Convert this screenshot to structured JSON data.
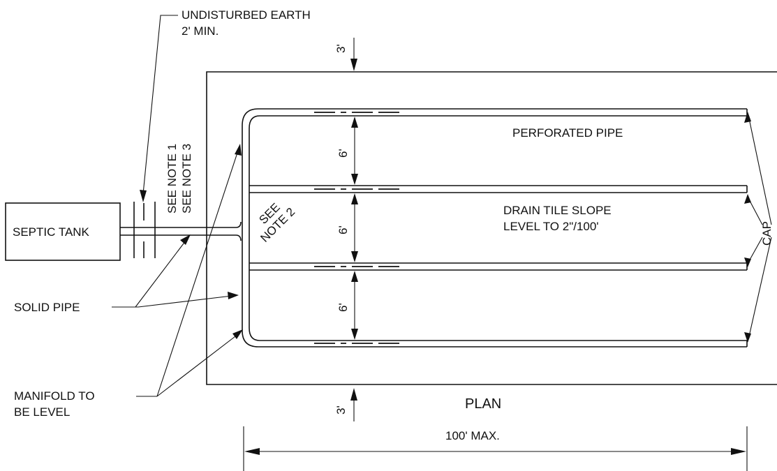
{
  "labels": {
    "undisturbed_earth_line1": "UNDISTURBED EARTH",
    "undisturbed_earth_line2": "2' MIN.",
    "see_note_1": "SEE NOTE 1",
    "see_note_3": "SEE NOTE 3",
    "septic_tank": "SEPTIC TANK",
    "see_note_2_line1": "SEE",
    "see_note_2_line2": "NOTE 2",
    "perforated_pipe": "PERFORATED PIPE",
    "drain_tile_slope_line1": "DRAIN TILE SLOPE",
    "drain_tile_slope_line2": "LEVEL TO 2\"/100'",
    "cap": "CAP",
    "solid_pipe": "SOLID PIPE",
    "manifold_line1": "MANIFOLD TO",
    "manifold_line2": "BE LEVEL",
    "plan": "PLAN",
    "length_max": "100' MAX.",
    "clearance_top": "3'",
    "clearance_bottom": "3'",
    "spacing_1": "6'",
    "spacing_2": "6'",
    "spacing_3": "6'"
  }
}
